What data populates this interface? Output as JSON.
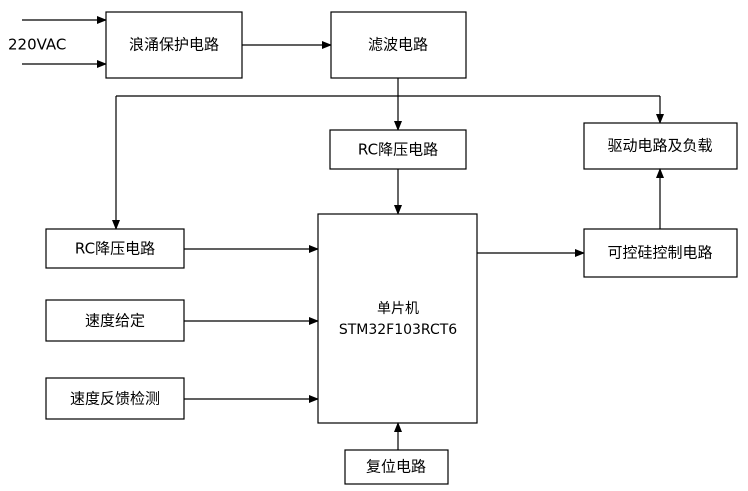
{
  "input_label": "220VAC",
  "boxes": {
    "surge": "浪涌保护电路",
    "filter": "滤波电路",
    "rc_top": "RC降压电路",
    "driver": "驱动电路及负载",
    "rc_left": "RC降压电路",
    "speed_set": "速度给定",
    "speed_feedback": "速度反馈检测",
    "mcu_line1": "单片机",
    "mcu_line2": "STM32F103RCT6",
    "scr_control": "可控硅控制电路",
    "reset": "复位电路"
  },
  "colors": {
    "stroke": "#000000",
    "background": "#ffffff"
  }
}
